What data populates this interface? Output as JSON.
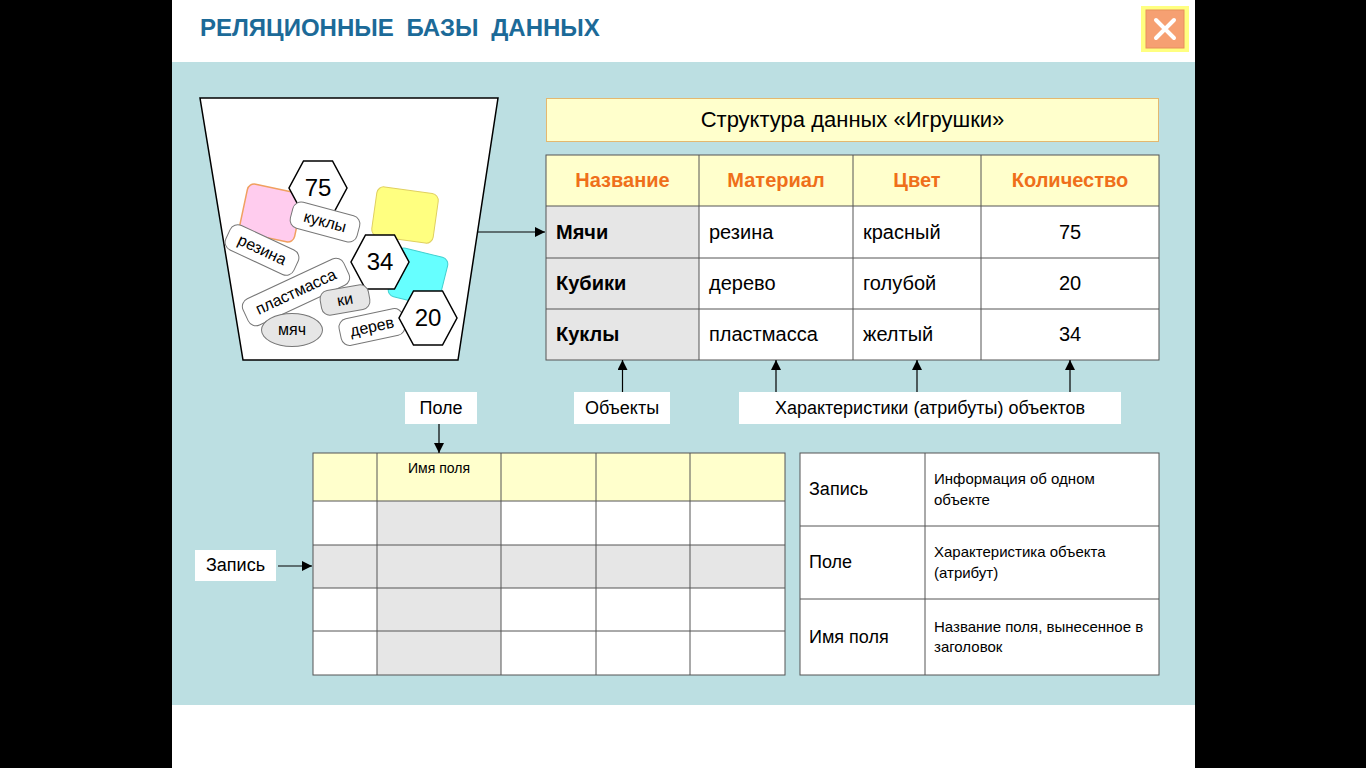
{
  "diagram": {
    "title": "РЕЛЯЦИОННЫЕ БАЗЫ ДАННЫХ",
    "nodes": [
      {
        "text": [
          "75"
        ]
      },
      {
        "text": [
          "куклы"
        ]
      },
      {
        "text": [
          "резина"
        ]
      },
      {
        "text": [
          "34"
        ]
      },
      {
        "text": [
          "пластмасса"
        ]
      },
      {
        "text": [
          "ки"
        ]
      },
      {
        "text": [
          "мяч"
        ]
      },
      {
        "text": [
          "дерев"
        ]
      },
      {
        "text": [
          "20"
        ]
      },
      {
        "text": [
          "Структура данных «Игрушки»"
        ]
      },
      {
        "text": [
          "Название"
        ]
      },
      {
        "text": [
          "Материал"
        ]
      },
      {
        "text": [
          "Цвет"
        ]
      },
      {
        "text": [
          "Количество"
        ]
      },
      {
        "text": [
          "Мячи"
        ]
      },
      {
        "text": [
          "резина"
        ]
      },
      {
        "text": [
          "красный"
        ]
      },
      {
        "text": [
          "75"
        ]
      },
      {
        "text": [
          "Кубики"
        ]
      },
      {
        "text": [
          "дерево"
        ]
      },
      {
        "text": [
          "голубой"
        ]
      },
      {
        "text": [
          "20"
        ]
      },
      {
        "text": [
          "Куклы"
        ]
      },
      {
        "text": [
          "пластмасса"
        ]
      },
      {
        "text": [
          "желтый"
        ]
      },
      {
        "text": [
          "34"
        ]
      },
      {
        "text": [
          "Поле"
        ]
      },
      {
        "text": [
          "Объекты"
        ]
      },
      {
        "text": [
          "Характеристики (атрибуты) объектов"
        ]
      },
      {
        "text": [
          "Имя поля"
        ]
      },
      {
        "text": [
          "Запись"
        ]
      },
      {
        "text": [
          "Запись"
        ]
      },
      {
        "text": [
          "Информация об одном объекте"
        ]
      },
      {
        "text": [
          "Поле"
        ]
      },
      {
        "text": [
          "Характеристика объекта (атрибут)"
        ]
      },
      {
        "text": [
          "Имя поля"
        ]
      },
      {
        "text": [
          "Название поля, вынесенное в заголовок"
        ]
      }
    ],
    "edges": [
      {
        "from": 26,
        "to": 29,
        "arrow": "to"
      },
      {
        "from": 27,
        "to": 22,
        "arrow": "to"
      },
      {
        "from": 28,
        "to": 23,
        "arrow": "to"
      },
      {
        "from": 28,
        "to": 24,
        "arrow": "to"
      },
      {
        "from": 28,
        "to": 25,
        "arrow": "to"
      }
    ]
  }
}
